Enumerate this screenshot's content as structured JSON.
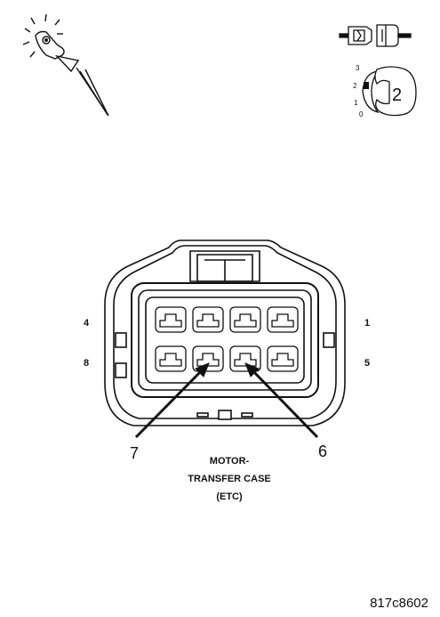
{
  "icons": {
    "probe": "backprobe-icon",
    "connector": "connector-disconnect-icon",
    "ignition": "ignition-key-icon"
  },
  "ignition_switch": {
    "positions": [
      "3",
      "2",
      "1",
      "0"
    ],
    "key_position": "2"
  },
  "connector": {
    "cavity_numbers": {
      "top_left": "4",
      "top_right": "1",
      "bottom_left": "8",
      "bottom_right": "5"
    },
    "callouts": {
      "left": "7",
      "right": "6"
    }
  },
  "caption": {
    "line1": "MOTOR-",
    "line2": "TRANSFER CASE",
    "line3": "(ETC)"
  },
  "figure_id": "817c8602"
}
